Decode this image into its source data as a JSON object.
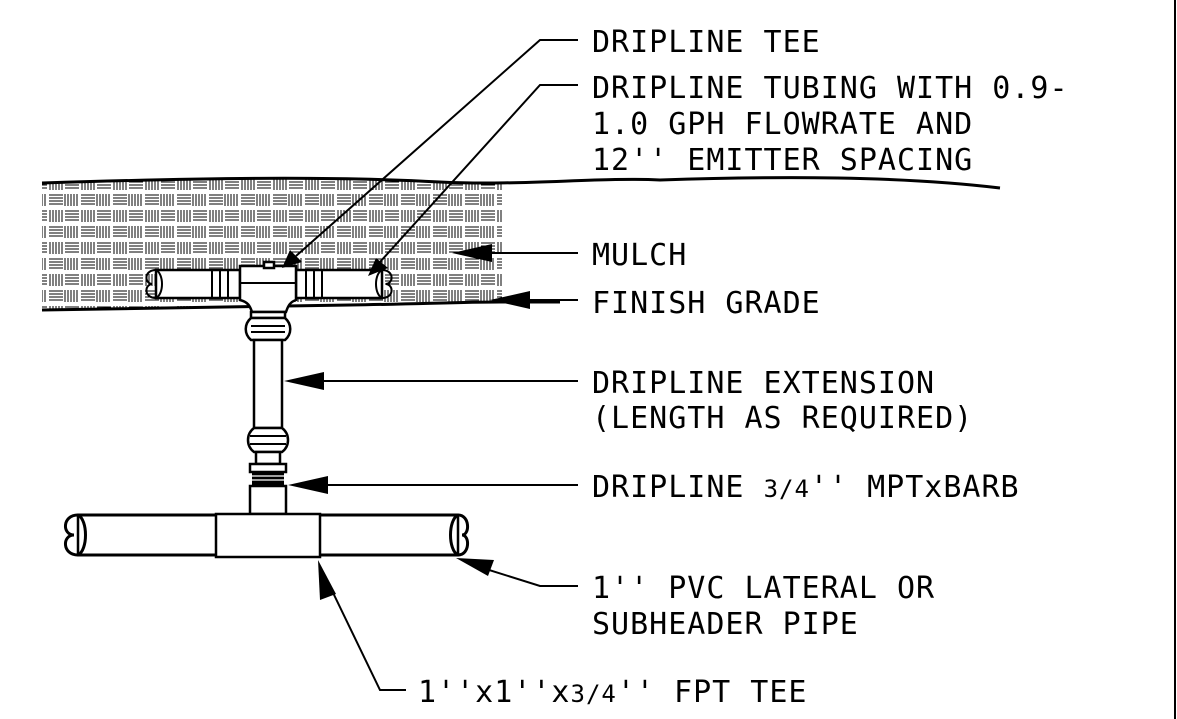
{
  "labels": {
    "tee": "DRIPLINE TEE",
    "tubing_1": "DRIPLINE TUBING WITH 0.9-",
    "tubing_2": "1.0 GPH FLOWRATE AND",
    "tubing_3": "12'' EMITTER SPACING",
    "mulch": "MULCH",
    "finish_grade": "FINISH GRADE",
    "extension_1": "DRIPLINE EXTENSION",
    "extension_2": "(LENGTH AS REQUIRED)",
    "adapter_prefix": "DRIPLINE ",
    "adapter_fraction": "3/4",
    "adapter_suffix": "'' MPTxBARB",
    "lateral_1": "1'' PVC LATERAL OR",
    "lateral_2": "SUBHEADER PIPE",
    "fpt_prefix": "1''x1''x",
    "fpt_fraction": "3/4",
    "fpt_suffix": "'' FPT TEE"
  },
  "colors": {
    "line": "#000000",
    "background": "#ffffff"
  }
}
